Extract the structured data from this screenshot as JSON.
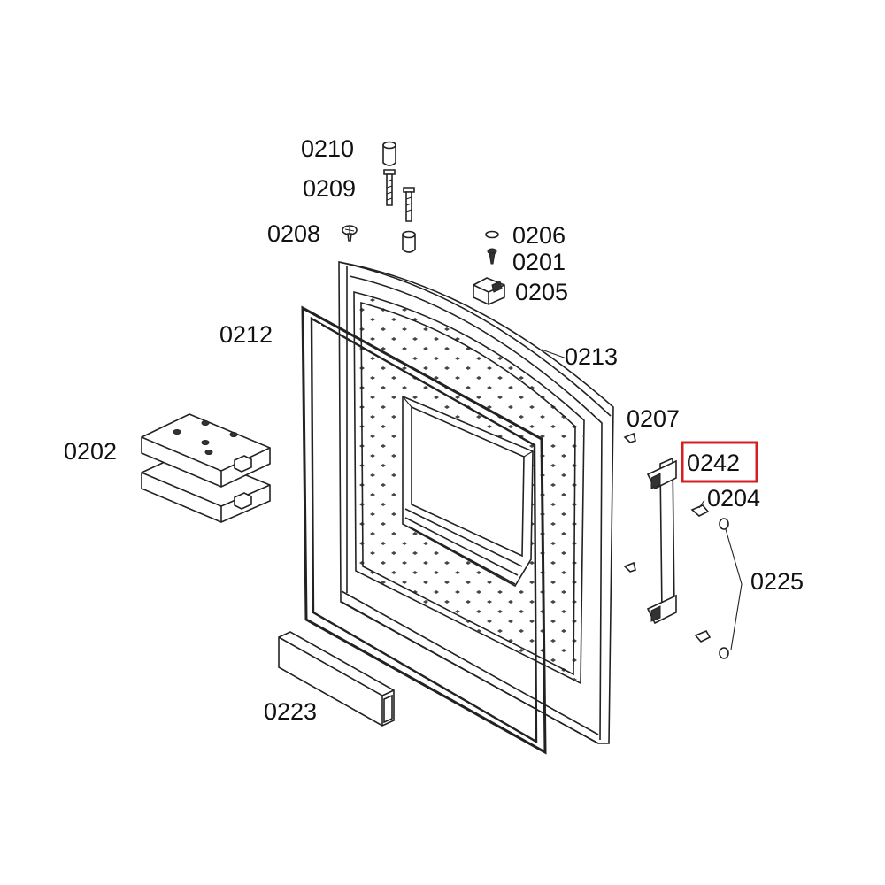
{
  "diagram": {
    "labels": {
      "p0210": "0210",
      "p0209": "0209",
      "p0208": "0208",
      "p0206": "0206",
      "p0201": "0201",
      "p0205": "0205",
      "p0212": "0212",
      "p0213": "0213",
      "p0207": "0207",
      "p0242": "0242",
      "p0204": "0204",
      "p0202": "0202",
      "p0225": "0225",
      "p0223": "0223"
    },
    "highlight": {
      "part": "0242",
      "color": "#d42020"
    },
    "line_color": "#222222"
  }
}
